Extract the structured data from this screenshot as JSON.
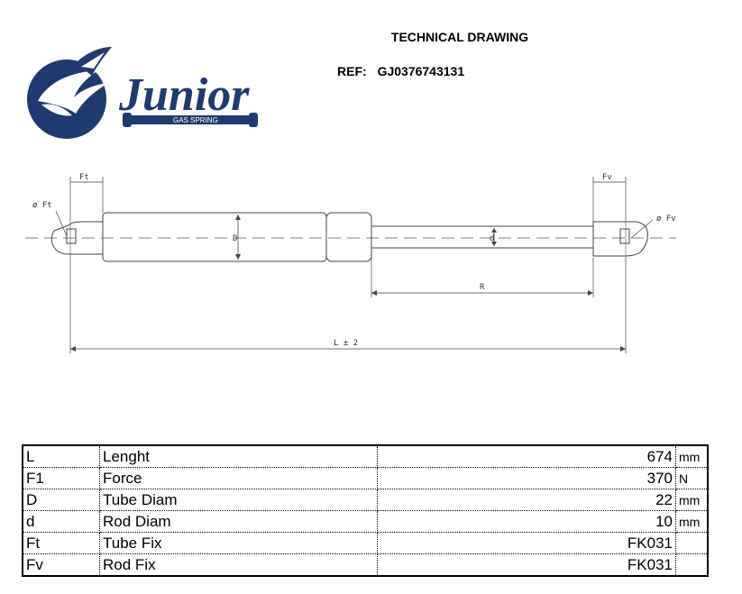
{
  "header": {
    "title": "TECHNICAL DRAWING",
    "ref_label": "REF:",
    "ref_value": "GJ0376743131"
  },
  "logo": {
    "brand": "Junior",
    "tagline": "GAS SPRING",
    "brand_color": "#1f3a6e"
  },
  "drawing": {
    "labels": {
      "ft": "Ft",
      "fv": "Fv",
      "phi_ft": "ø Ft",
      "phi_fv": "ø Fv",
      "tube_d": "D",
      "rod_d": "d",
      "stroke": "R",
      "length": "L ± 2"
    }
  },
  "specs": {
    "rows": [
      {
        "symbol": "L",
        "name": "Lenght",
        "value": "674",
        "unit": "mm"
      },
      {
        "symbol": "F1",
        "name": "Force",
        "value": "370",
        "unit": "N"
      },
      {
        "symbol": "D",
        "name": "Tube Diam",
        "value": "22",
        "unit": "mm"
      },
      {
        "symbol": "d",
        "name": "Rod Diam",
        "value": "10",
        "unit": "mm"
      },
      {
        "symbol": "Ft",
        "name": "Tube Fix",
        "value": "FK031",
        "unit": ""
      },
      {
        "symbol": "Fv",
        "name": "Rod Fix",
        "value": "FK031",
        "unit": ""
      }
    ]
  }
}
